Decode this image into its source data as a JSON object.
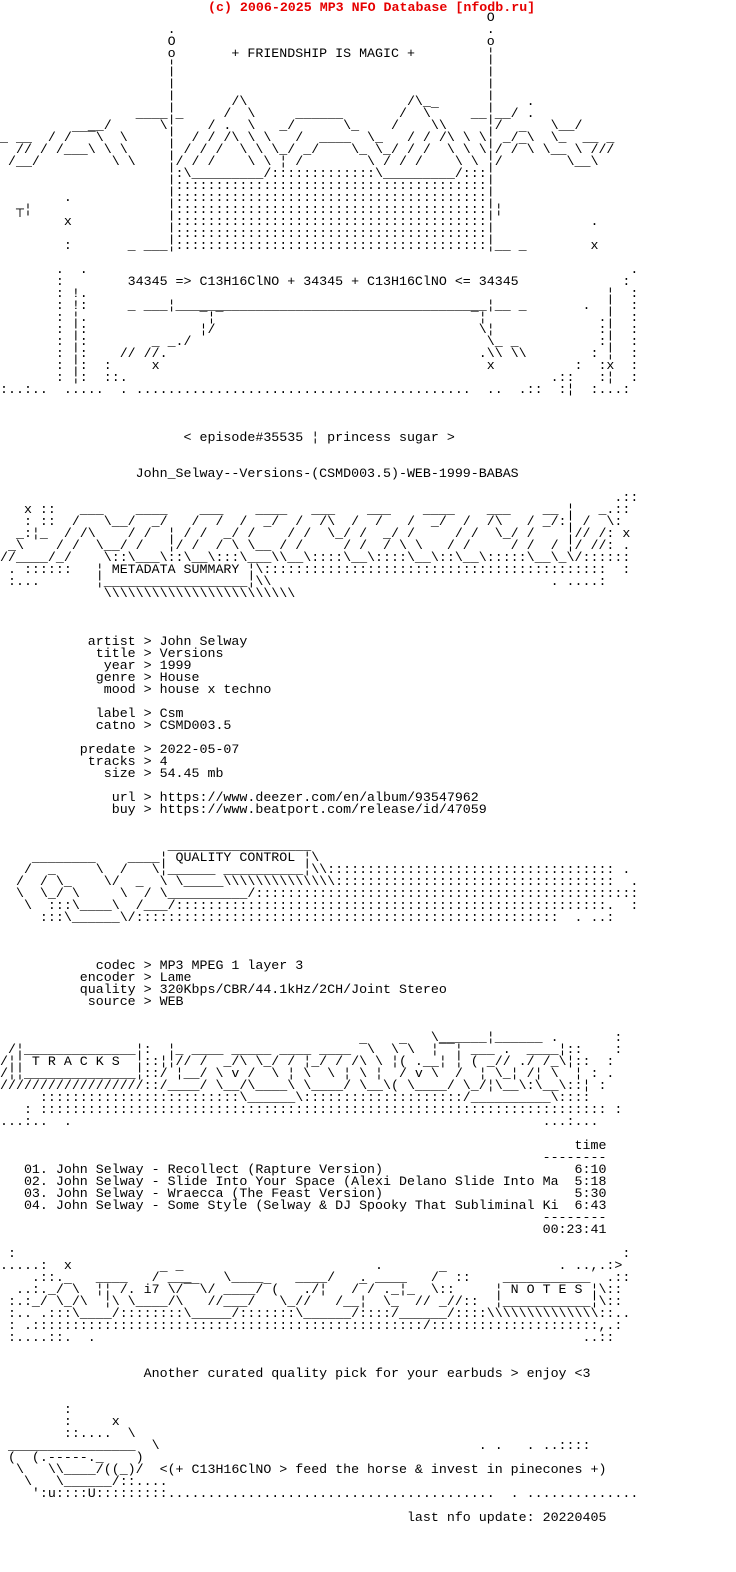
{
  "header": {
    "copyright": "(c) 2006-2025 MP3 NFO Database [nfodb.ru]",
    "color": "#e60000"
  },
  "banner": {
    "motto": "+ FRIENDSHIP IS MAGIC +",
    "formula": "34345 => C13H16ClNO + 34345 + C13H16ClNO <= 34345"
  },
  "release": {
    "episode_tag": "< episode#35535 ¦ princess sugar >",
    "dirname": "John_Selway--Versions-(CSMD003.5)-WEB-1999-BABAS"
  },
  "metadata_summary": {
    "section_title": "METADATA SUMMARY",
    "artist": "John Selway",
    "title": "Versions",
    "year": "1999",
    "genre": "House",
    "mood": "house x techno",
    "label": "Csm",
    "catno": "CSMD003.5",
    "predate": "2022-05-07",
    "tracks": "4",
    "size": "54.45 mb",
    "url": "https://www.deezer.com/en/album/93547962",
    "buy": "https://www.beatport.com/release/id/47059"
  },
  "quality_control": {
    "section_title": "QUALITY CONTROL",
    "codec": "MP3 MPEG 1 layer 3",
    "encoder": "Lame",
    "quality": "320Kbps/CBR/44.1kHz/2CH/Joint Stereo",
    "source": "WEB"
  },
  "tracklist": {
    "section_title": "T R A C K S",
    "time_header": "time",
    "rows": [
      {
        "no": "01",
        "artist": "John Selway",
        "title": "Recollect (Rapture Version)",
        "time": "6:10"
      },
      {
        "no": "02",
        "artist": "John Selway",
        "title": "Slide Into Your Space (Alexi Delano Slide Into Ma",
        "time": "5:18"
      },
      {
        "no": "03",
        "artist": "John Selway",
        "title": "Wraecca (The Feast Version)",
        "time": "5:30"
      },
      {
        "no": "04",
        "artist": "John Selway",
        "title": "Some Style (Selway & DJ Spooky That Subliminal Ki",
        "time": "6:43"
      }
    ],
    "total_time": "00:23:41"
  },
  "notes": {
    "section_title": "N O T E S",
    "message": "Another curated quality pick for your earbuds > enjoy <3"
  },
  "footer": {
    "horse_message": "<(+ C13H16ClNO > feed the horse & invest in pinecones +)",
    "last_update_line": "last nfo update: 20220405"
  },
  "nfo": {
    "ascii_lines": [
      "",
      "                                                             O",
      "                     .                                       .",
      "                     O                                       o",
      "                     o       + FRIENDSHIP IS MAGIC +         ¦",
      "                     ¦                                       ¦",
      "                     ¦                                       ¦",
      "                     ¦                                       ¦",
      "                     ¦       /\\                    /\\_       ¦    .",
      "                 ____¦_     /  \\     ______       /  \\‾    __¦__/ .",
      "           __/      \\¦    / .  \\   _/      \\_    /    \\\\     ¦/      \\__/",
      "_ __  / /‾‾‾\\  \\     ¦  / / /\\ \\ \\   /  ____  \\_   / / /\\ \\ \\¦ _/‾\\  \\_  __ _",
      "  // / /___\\ \\ \\     ¦ / / /  \\ \\ \\_/ _/    \\_ \\_/ / /  \\ \\ \\¦/ /‾\\ \\__ \\ ///",
      " /__/         \\ \\    ¦/ / /    \\ \\ ¦ /        \\ / / /    \\ \\ ¦/        \\__\\",
      "                     ¦:\\_________/:::::::::::::\\_________/:::¦",
      "                     ¦:::::::::::::::::::::::::::::::::::::::¦",
      "        .            ¦:::::::::::::::::::::::::::::::::::::::¦",
      "  ┬¦                 ¦:::::::::::::::::::::::::::::::::::::::¦¦",
      "        x            ¦:::::::::::::::::::::::::::::::::::::::¦            .",
      "                     ¦:::::::::::::::::::::::::::::::::::::::¦",
      "        :       _ ___¦:::::::::::::::::::::::::::::::::::::::¦__ _        x",
      "",
      "       .  .                                                                    .",
      "       :        34345 => C13H16ClNO + 34345 + C13H16ClNO <= 34345             :",
      "       : !.                                                                 ¦  :",
      "       : !:     _ ___¦_______________________________________¦__ _       .  ¦  :",
      "       : ¦.              ‾¦‾                               ‾¦              .¦  :",
      "       : ¦:              ¦/                                 \\¦             :¦  :",
      "       : ¦:        _ _./                                     \\_ _          :¦  :",
      "       : ¦:    // //.                                       .\\\\ \\\\        : ¦  :",
      "       : ¦:  :     x                                         x          :  :x  :",
      "       : ¦:  ::.                                                     .::   :¦  :",
      ":..:..  .....  . ..........................................  ..  .::  :¦  :...:",
      "",
      "",
      "",
      "                       < episode#35535 ¦ princess sugar >",
      "",
      "",
      "                 John_Selway--Versions-(CSMD003.5)-WEB-1999-BABAS",
      "",
      "                                                                             .::",
      "   x ::   ___    ____    ___    ____   ___    ___    ____    ___    __ ¦   _.::",
      "   : ::  /   \\__/  _/   /  /  /  _/  /  /\\  /  /   /  _/  /  /\\   / _/:¦ /  \\:",
      "  _:¦_  / /\\    / /  ¦ / /  _/ /    / /  \\_/ /  _/ /     / /  \\_/ /    ¦// /: x",
      " _\\    / /  \\__/ /   ¦/ /  / \\ \\__ / /     / /  / \\ \\   / /     / /  / ¦/ //: .",
      "//____/_/    \\::\\___\\::\\__\\:::\\___\\\\__\\::::\\__\\::::\\__\\::\\__\\:::::\\__\\_\\/::::::",
      " . ::::::   ¦ METADATA SUMMARY ¦\\:::::::::::::::::::::::::::::::::::::::::::  :",
      " :...       ¦__________________¦\\\\                                   . ....:",
      "             \\\\\\\\\\\\\\\\\\\\\\\\\\\\\\\\\\\\\\\\\\\\\\\\",
      "",
      "",
      "",
      "           artist > John Selway",
      "            title > Versions",
      "             year > 1999",
      "            genre > House",
      "             mood > house x techno",
      "",
      "            label > Csm",
      "            catno > CSMD003.5",
      "",
      "          predate > 2022-05-07",
      "           tracks > 4",
      "             size > 54.45 mb",
      "",
      "              url > https://www.deezer.com/en/album/93547962",
      "              buy > https://www.beatport.com/release/id/47059",
      "",
      "",
      "                     __________________",
      "    ________    ____¦ QUALITY CONTROL ¦\\",
      "   /  _     \\  /   \\¦______ __________¦\\\\:::::::::::::::::::::::::::::::::::: .",
      "  /  / \\_    \\/  _  \\ \\_____\\\\\\\\\\\\\\\\\\\\\\\\\\\\:::::::::::::::::::::::::::::::::::  .",
      "  \\  \\_/ \\     \\  / \\__________/::::::::::::::::::::::::::::::::::::::::::::::::",
      "   \\  :::\\____\\  /___/::::::::::::::::::::::::::::::::::::::::::::::::::::::.  :",
      "     :::\\______\\/:::::::::::::::::::::::::::::::::::::::::::::::::::::  . ..:",
      "",
      "",
      "",
      "            codec > MP3 MPEG 1 layer 3",
      "          encoder > Lame",
      "          quality > 320Kbps/CBR/44.1kHz/2CH/Joint Stereo",
      "           source > WEB",
      "",
      "",
      "                                                      \\______¦______ .       :",
      " /¦______________¦:  ¦_ ____ _____ ____ ____ ‾\\  \\‾\\  ¦‾‾¦ ___ .  ____¦::    :",
      "/¦¦ T R A C K S  ¦::¦¦// /  _/\\ \\_/ / ¦_/ / /\\ \\ ¦( .__¦ ¦ ( _// ./ /_\\¦::  :",
      "/¦¦______________¦::/ ¦__/ \\ v /  \\ ¦ \\  \\ ¦ \\ ¦  / v \\  /  ¦ \\_¦ /¦ \\  ¦ : .",
      "//////////////////::/____/ \\__/\\____\\ \\____/ \\__\\( \\____/ \\_/¦\\__\\:\\__\\::¦ :",
      "     :::::::::::::::::::::::::\\______\\::::::::::::::::::::/__________\\::::",
      "   : ::::::::::::::::::::::::::::::::::::::::::::::::::::::::::::::::::::::: :",
      "...:..  .                                                           ...:...",
      "",
      "                                                                        time",
      "                                                                    --------",
      "   01. John Selway - Recollect (Rapture Version)                        6:10",
      "   02. John Selway - Slide Into Your Space (Alexi Delano Slide Into Ma  5:18",
      "   03. John Selway - Wraecca (The Feast Version)                        5:30",
      "   04. John Selway - Some Style (Selway & DJ Spooky That Subliminal Ki  6:43",
      "                                                                    --------",
      "                                                                    00:23:41",
      "",
      " :                                                                            :",
      ".....:  x             _                        .                      . ..,.:>",
      "    .::.    ____   /‾___    \\____    ____/   . ____   /‾ ::    ___________  .::",
      "  ..:._/‾\\  ¦¦ /. i7 \\/‾‾\\/ ____/‾(   ./¦   /‾/ ._¦_  \\::     ¦ N O T E S ¦\\::",
      " :.:_/ \\_/\\  ¦\\ \\____/\\   //___/   \\_//   /__¦  \\_  // _//::  ¦___________¦\\::",
      " :.. .:::\\____/::::::::\\_____/:::::::\\______/::::/______/::::\\\\\\\\\\\\\\\\\\\\\\\\\\\\::..",
      " : .:::::::::::::::::::::::::::::::::::::::::::::::::/:::::::::::::::::::::,.:",
      " :....::.  .                                                             ..::",
      "",
      "",
      "                  Another curated quality pick for your earbuds > enjoy <3",
      "",
      "",
      "        :",
      "        :     x",
      "        ::....  \\",
      " ________________  \\                                        . .   . ..::::",
      " (  (.-----._    )",
      "  \\   \\\\____/((_)/  <(+ C13H16ClNO > feed the horse & invest in pinecones +)",
      "   \\   \\______/::....",
      "    ':u::::U:::::::::.........................................  . ..............",
      "",
      "                                                   last nfo update: 20220405",
      "",
      "",
      "",
      ""
    ]
  }
}
